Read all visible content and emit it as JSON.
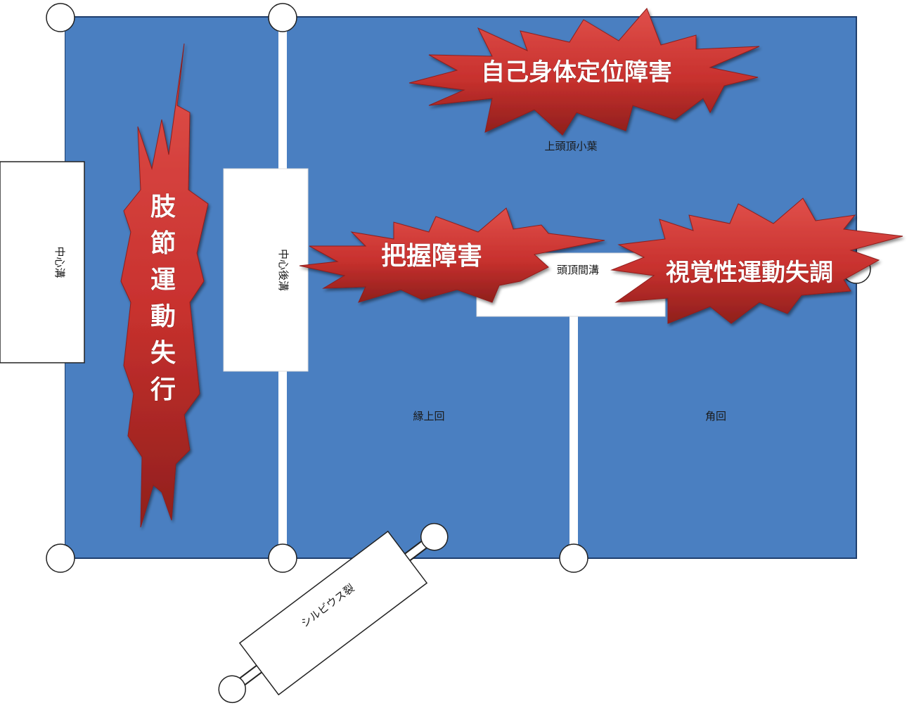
{
  "colors": {
    "region_fill": "#4a7fc1",
    "region_border": "#1f3f6e",
    "line": "#ffffff",
    "burst_fill": "#c8312e",
    "burst_dark": "#8f1f1c",
    "burst_text": "#ffffff"
  },
  "regions": {
    "upper": "上頭頂小葉",
    "center": "頭頂間溝",
    "supramarginal": "縁上回",
    "angular": "角回"
  },
  "labels": {
    "left_plate": "中心溝",
    "mid_plate": "中心後溝",
    "sylvian": "シルビウス裂"
  },
  "deficits": {
    "ideomotor": "肢節運動失行",
    "self_body": "自己身体定位障害",
    "grasp": "把握障害",
    "optic_ataxia": "視覚性運動失調"
  }
}
